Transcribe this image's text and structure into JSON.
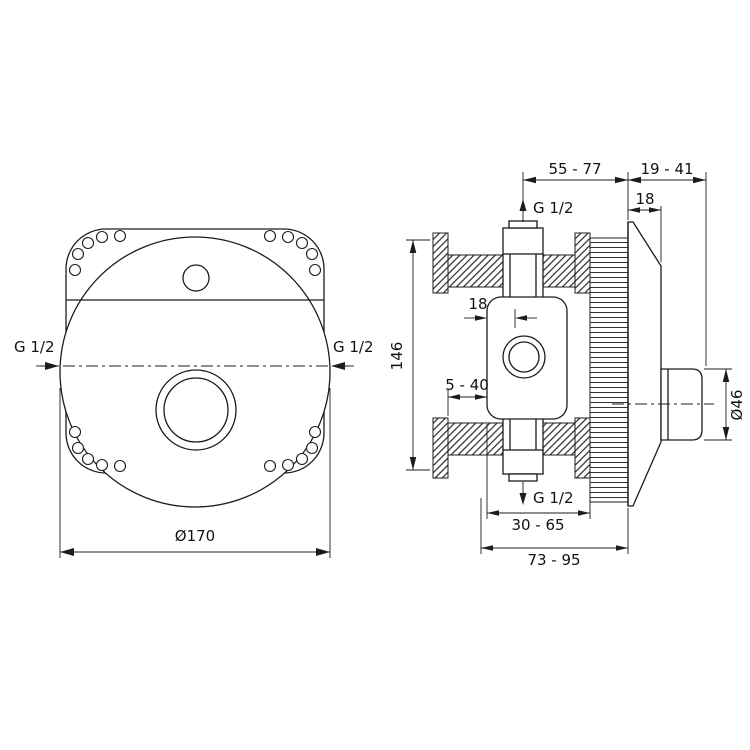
{
  "drawing": {
    "front_view": {
      "left_port": "G 1/2",
      "right_port": "G 1/2",
      "diameter": "Ø170"
    },
    "side_view": {
      "top_port": "G 1/2",
      "bottom_port": "G 1/2",
      "depth_body": "55 - 77",
      "depth_trim": "19 - 41",
      "collar_depth": "18",
      "height": "146",
      "inner_offset": "18",
      "wall_range": "5 - 40",
      "handle_diameter": "Ø46",
      "depth_inner": "30 - 65",
      "depth_total": "73 - 95"
    }
  }
}
